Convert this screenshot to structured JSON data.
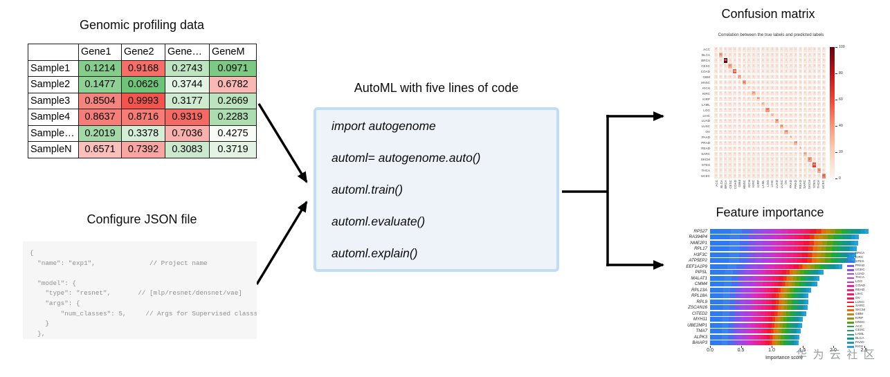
{
  "genomic_table": {
    "title": "Genomic profiling data",
    "columns": [
      "",
      "Gene1",
      "Gene2",
      "Gene…",
      "GeneM"
    ],
    "rows": [
      {
        "label": "Sample1",
        "values": [
          0.1214,
          0.9168,
          0.2743,
          0.0971
        ]
      },
      {
        "label": "Sample2",
        "values": [
          0.1477,
          0.0626,
          0.3744,
          0.6782
        ]
      },
      {
        "label": "Sample3",
        "values": [
          0.8504,
          0.9993,
          0.3177,
          0.2669
        ]
      },
      {
        "label": "Sample4",
        "values": [
          0.8637,
          0.8716,
          0.9319,
          0.2283
        ]
      },
      {
        "label": "Sample…",
        "values": [
          0.2019,
          0.3378,
          0.7036,
          0.4275
        ]
      },
      {
        "label": "SampleN",
        "values": [
          0.6571,
          0.7392,
          0.3083,
          0.3719
        ]
      }
    ],
    "colors": {
      "low": "#57ba60",
      "mid": "#ffffff",
      "high": "#f4544c",
      "midpoint": 0.45
    }
  },
  "json_config": {
    "title": "Configure JSON file",
    "code": "{\n  \"name\": \"exp1\",              // Project name\n\n  \"model\": {\n    \"type\": \"resnet\",       // [mlp/resnet/densnet/vae]\n    \"args\": {\n        \"num_classes\": 5,     // Args for Supervised classs\n    }\n  },"
  },
  "automl": {
    "title": "AutoML with five lines of code",
    "lines": [
      "import autogenome",
      "automl= autogenome.auto()",
      "automl.train()",
      "automl.evaluate()",
      "automl.explain()"
    ]
  },
  "watermark": "华 为 云 社 区",
  "chart_data": [
    {
      "id": "confusion_matrix",
      "type": "heatmap",
      "title": "Confusion matrix",
      "subtitle": "Correlation between the true labels and predicted labels",
      "labels": [
        "ACC",
        "BLCA",
        "BRCA",
        "CESC",
        "COAD",
        "GBM",
        "HNSC",
        "KICH",
        "KIRC",
        "KIRP",
        "LAML",
        "LGG",
        "LIHC",
        "LUAD",
        "LUSC",
        "OV",
        "PAAD",
        "PRAD",
        "READ",
        "SARC",
        "SKCM",
        "STES",
        "THCA",
        "UCEC"
      ],
      "diagonal": [
        7,
        30,
        98,
        31,
        56,
        27,
        35,
        7,
        25,
        18,
        17,
        40,
        12,
        32,
        26,
        28,
        8,
        28,
        5,
        23,
        37,
        63,
        33,
        45
      ],
      "off_diagonal_default": 0,
      "notable_off_diagonal": [
        {
          "row": "KIRC",
          "col": "KIRP",
          "value": 2
        },
        {
          "row": "READ",
          "col": "COAD",
          "value": 6
        },
        {
          "row": "LUAD",
          "col": "LUSC",
          "value": 2
        }
      ],
      "colorbar": {
        "min": 0,
        "max": 100,
        "ticks": [
          0,
          20,
          40,
          60,
          80,
          100
        ],
        "low_color": "#fff4ee",
        "high_color": "#67000d"
      }
    },
    {
      "id": "feature_importance",
      "type": "bar",
      "stacked": true,
      "orientation": "horizontal",
      "title": "Feature importance",
      "xlabel": "Importance score",
      "xlim": [
        0,
        2.75
      ],
      "xticks": [
        0.0,
        0.5,
        1.0,
        1.5,
        2.0,
        2.5
      ],
      "categories": [
        "RPS27",
        "RA394P4",
        "NME2P1",
        "RPL17",
        "H3F3C",
        "ATP5EP2",
        "EEF1A1P9",
        "PIPSL",
        "MALAT1",
        "CMM4",
        "RPL13A",
        "RPL18A",
        "RPL9",
        "ZSCAN16",
        "CITED2",
        "MYH11",
        "UBE2MP1",
        "TMA7",
        "ALPK3",
        "BAIAP3"
      ],
      "values": [
        2.57,
        2.42,
        2.4,
        2.38,
        2.37,
        2.36,
        2.15,
        1.84,
        1.77,
        1.74,
        1.64,
        1.6,
        1.59,
        1.58,
        1.56,
        1.5,
        1.49,
        1.47,
        1.45,
        1.44
      ],
      "stack_cumulative_pct": [
        13,
        20,
        26,
        31,
        36,
        41,
        45,
        49,
        53,
        57,
        60,
        63,
        67,
        70,
        73,
        76,
        79,
        83,
        86,
        89,
        92,
        95,
        97.5,
        100
      ],
      "legend": {
        "position": "right",
        "entries": [
          {
            "label": "BRCA",
            "color": "#2e7bf0"
          },
          {
            "label": "KIRC",
            "color": "#3b82ee"
          },
          {
            "label": "STES",
            "color": "#4a6cf2"
          },
          {
            "label": "PRAD",
            "color": "#7b55ee"
          },
          {
            "label": "UCEC",
            "color": "#9a4ae8"
          },
          {
            "label": "LUAD",
            "color": "#ad3fe0"
          },
          {
            "label": "THCA",
            "color": "#c934cf"
          },
          {
            "label": "LGG",
            "color": "#d92cba"
          },
          {
            "label": "COAD",
            "color": "#e325a3"
          },
          {
            "label": "READ",
            "color": "#ee1e8a"
          },
          {
            "label": "LIHC",
            "color": "#f31a70"
          },
          {
            "label": "OV",
            "color": "#f51757"
          },
          {
            "label": "LUSC",
            "color": "#f2133a"
          },
          {
            "label": "SARC",
            "color": "#ee3217"
          },
          {
            "label": "SKCM",
            "color": "#e86a10"
          },
          {
            "label": "GBM",
            "color": "#c08a0b"
          },
          {
            "label": "KIRP",
            "color": "#98930a"
          },
          {
            "label": "HNSC",
            "color": "#55a313"
          },
          {
            "label": "ACC",
            "color": "#22a835"
          },
          {
            "label": "CESC",
            "color": "#18a35c"
          },
          {
            "label": "LAML",
            "color": "#14987e"
          },
          {
            "label": "BLCA",
            "color": "#11939a"
          },
          {
            "label": "PAAD",
            "color": "#169bc0"
          },
          {
            "label": "KICH",
            "color": "#27a0e0"
          }
        ]
      }
    }
  ]
}
